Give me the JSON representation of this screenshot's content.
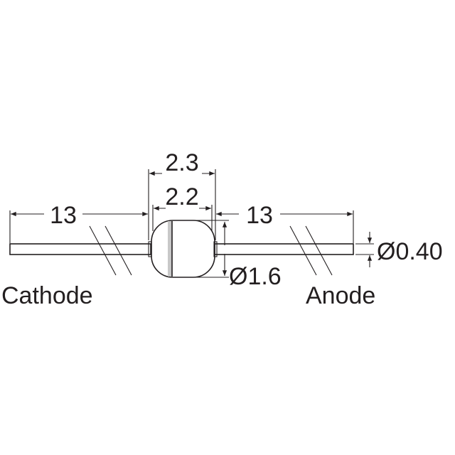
{
  "dimensions": {
    "body_length_outer": "2.3",
    "body_length_inner": "2.2",
    "lead_length_left": "13",
    "lead_length_right": "13",
    "body_diameter": "Ø1.6",
    "lead_diameter": "Ø0.40"
  },
  "labels": {
    "cathode": "Cathode",
    "anode": "Anode"
  },
  "colors": {
    "line": "#231f20",
    "band": "#c8c8c8"
  }
}
